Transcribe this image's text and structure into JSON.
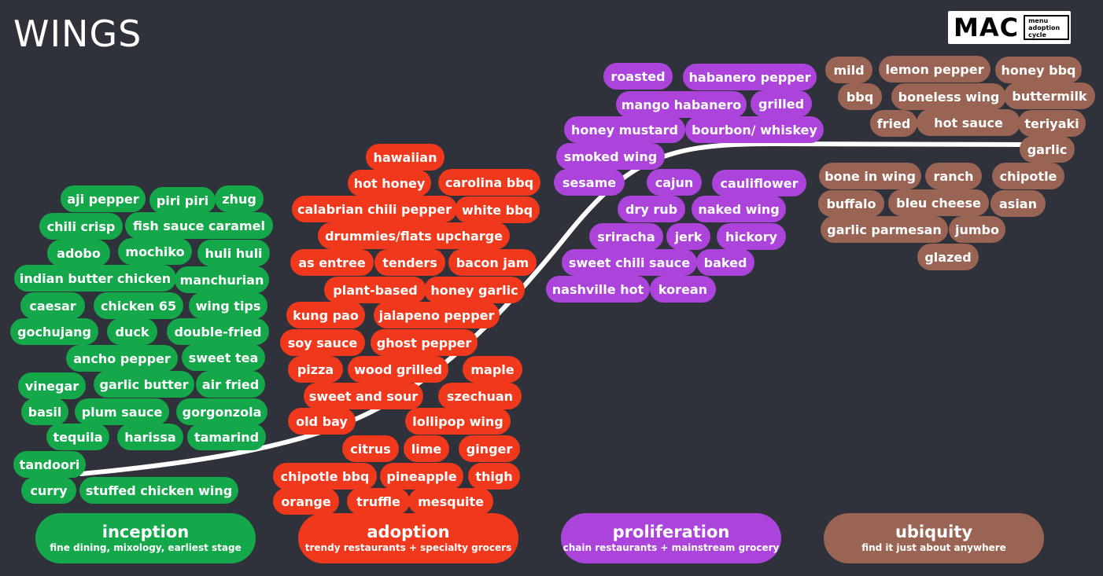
{
  "title": "WINGS",
  "logo": {
    "text": "MAC",
    "sub": [
      "menu",
      "adoption",
      "cycle"
    ]
  },
  "colors": {
    "background": "#2f323b",
    "inception": "#14a84b",
    "adoption": "#f0381c",
    "proliferation": "#ac44dc",
    "ubiquity": "#9a6455",
    "curve": "#ffffff"
  },
  "stages": [
    {
      "id": "inception",
      "name": "inception",
      "description": "fine dining, mixology, earliest stage",
      "items": [
        "aji pepper",
        "piri piri",
        "zhug",
        "chili crisp",
        "fish sauce caramel",
        "adobo",
        "mochiko",
        "huli huli",
        "indian butter chicken",
        "manchurian",
        "caesar",
        "chicken 65",
        "wing tips",
        "gochujang",
        "duck",
        "double-fried",
        "ancho pepper",
        "sweet tea",
        "vinegar",
        "garlic butter",
        "air fried",
        "basil",
        "plum sauce",
        "gorgonzola",
        "tequila",
        "harissa",
        "tamarind",
        "tandoori",
        "curry",
        "stuffed chicken wing"
      ]
    },
    {
      "id": "adoption",
      "name": "adoption",
      "description": "trendy restaurants + specialty grocers",
      "items": [
        "hawaiian",
        "hot honey",
        "carolina bbq",
        "calabrian chili pepper",
        "white bbq",
        "drummies/flats upcharge",
        "as entree",
        "tenders",
        "bacon jam",
        "plant-based",
        "honey garlic",
        "kung pao",
        "jalapeno pepper",
        "soy sauce",
        "ghost pepper",
        "pizza",
        "wood grilled",
        "maple",
        "sweet and sour",
        "szechuan",
        "old bay",
        "lollipop wing",
        "citrus",
        "lime",
        "ginger",
        "chipotle bbq",
        "pineapple",
        "thigh",
        "orange",
        "truffle",
        "mesquite"
      ]
    },
    {
      "id": "proliferation",
      "name": "proliferation",
      "description": "chain restaurants + mainstream grocery",
      "items": [
        "roasted",
        "habanero pepper",
        "mango habanero",
        "grilled",
        "honey mustard",
        "bourbon/ whiskey",
        "smoked wing",
        "sesame",
        "cajun",
        "cauliflower",
        "dry rub",
        "naked wing",
        "sriracha",
        "jerk",
        "hickory",
        "sweet chili sauce",
        "baked",
        "nashville hot",
        "korean"
      ]
    },
    {
      "id": "ubiquity",
      "name": "ubiquity",
      "description": "find it just about anywhere",
      "items": [
        "mild",
        "lemon pepper",
        "honey bbq",
        "bbq",
        "boneless wing",
        "buttermilk",
        "fried",
        "hot sauce",
        "teriyaki",
        "garlic",
        "bone in wing",
        "ranch",
        "chipotle",
        "buffalo",
        "bleu cheese",
        "asian",
        "garlic parmesan",
        "jumbo",
        "glazed"
      ]
    }
  ]
}
